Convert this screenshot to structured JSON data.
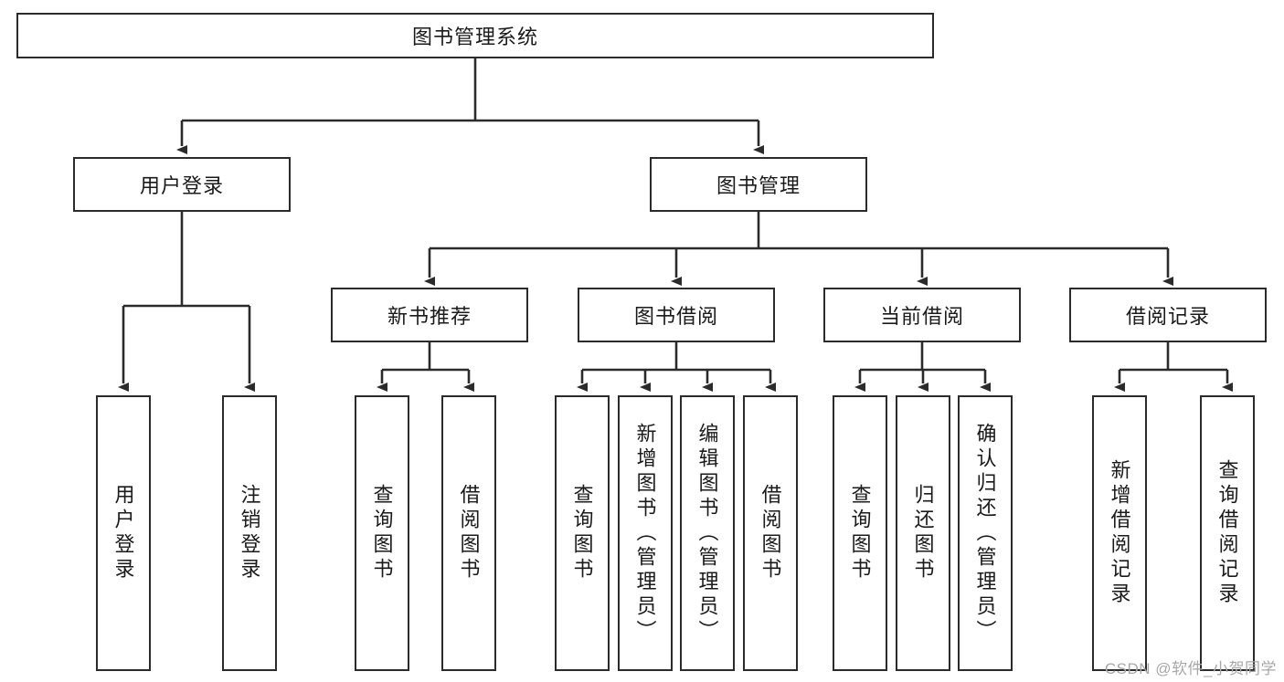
{
  "diagram": {
    "title": "图书管理系统",
    "watermark": "CSDN @软件_小贺同学",
    "colors": {
      "stroke": "#2b2b2b",
      "background": "#ffffff",
      "text": "#1a1a1a",
      "watermark": "#a8a8a8"
    },
    "root": {
      "label": "图书管理系统"
    },
    "level2": [
      {
        "label": "用户登录"
      },
      {
        "label": "图书管理"
      }
    ],
    "level3": [
      {
        "label": "新书推荐"
      },
      {
        "label": "图书借阅"
      },
      {
        "label": "当前借阅"
      },
      {
        "label": "借阅记录"
      }
    ],
    "leaves": {
      "user_login": [
        {
          "label": "用户登录"
        },
        {
          "label": "注销登录"
        }
      ],
      "new_book_recommend": [
        {
          "label": "查询图书"
        },
        {
          "label": "借阅图书"
        }
      ],
      "book_borrow": [
        {
          "label": "查询图书"
        },
        {
          "label": "新增图书（管理员）"
        },
        {
          "label": "编辑图书（管理员）"
        },
        {
          "label": "借阅图书"
        }
      ],
      "current_borrow": [
        {
          "label": "查询图书"
        },
        {
          "label": "归还图书"
        },
        {
          "label": "确认归还（管理员）"
        }
      ],
      "borrow_record": [
        {
          "label": "新增借阅记录"
        },
        {
          "label": "查询借阅记录"
        }
      ]
    }
  }
}
